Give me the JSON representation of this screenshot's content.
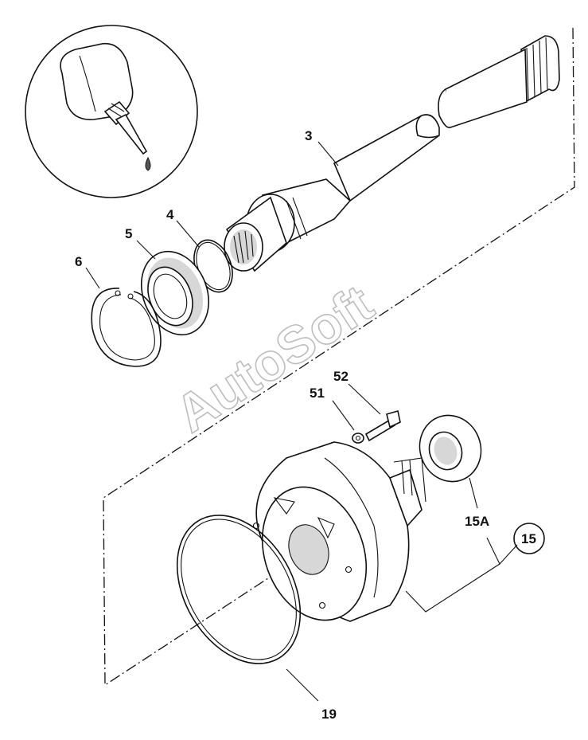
{
  "watermark": "AutoSoft",
  "callouts": {
    "c3": "3",
    "c4": "4",
    "c5": "5",
    "c6": "6",
    "c51": "51",
    "c52": "52",
    "c15A": "15A",
    "c15": "15",
    "c19": "19"
  },
  "icons": {
    "adhesive": "adhesive-bottle-icon"
  }
}
